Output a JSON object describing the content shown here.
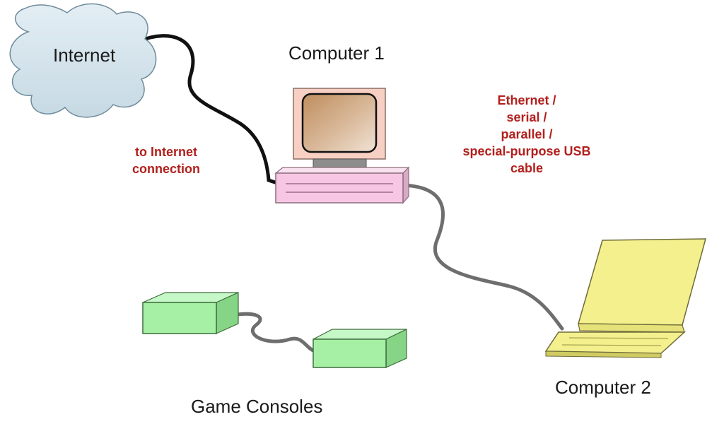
{
  "labels": {
    "internet": "Internet",
    "computer1": "Computer 1",
    "computer2": "Computer 2",
    "game_consoles": "Game Consoles",
    "to_internet": [
      "to Internet",
      "connection"
    ],
    "cable": [
      "Ethernet /",
      "serial /",
      "parallel /",
      "special-purpose USB",
      "cable"
    ]
  },
  "colors": {
    "label_text": "#1a1a1a",
    "annotation_text": "#b2201d",
    "cloud_fill": "#d4e4ec",
    "monitor_frame": "#f8cfc3",
    "system_unit": "#f7c6e4",
    "laptop": "#f3f08d",
    "console": "#a6f0a6",
    "cable_black": "#111111",
    "cable_grey": "#6e6e6e"
  }
}
